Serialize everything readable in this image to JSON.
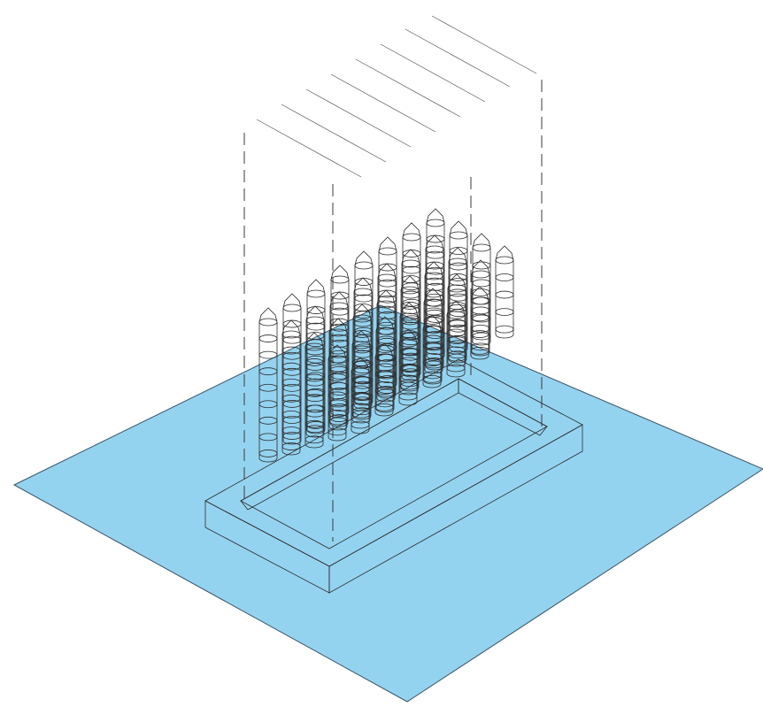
{
  "diagram": {
    "style": "isometric line drawing",
    "colors": {
      "water": "#94d3f0",
      "water_edge": "#3a5566",
      "wall_top": "#ffffff",
      "wall_side": "#f4f4f4",
      "line": "#2b2b2b"
    },
    "elements": [
      {
        "name": "water-plane",
        "kind": "blue diamond ground plane"
      },
      {
        "name": "rectangular-enclosure",
        "kind": "raised rectangular frame"
      },
      {
        "name": "pile-array",
        "kind": "grid of cylindrical stacked piles with conical caps"
      },
      {
        "name": "projection-volume",
        "kind": "dashed vertical guide lines"
      },
      {
        "name": "roof-hatching",
        "kind": "diagonal hatch lines"
      }
    ]
  }
}
